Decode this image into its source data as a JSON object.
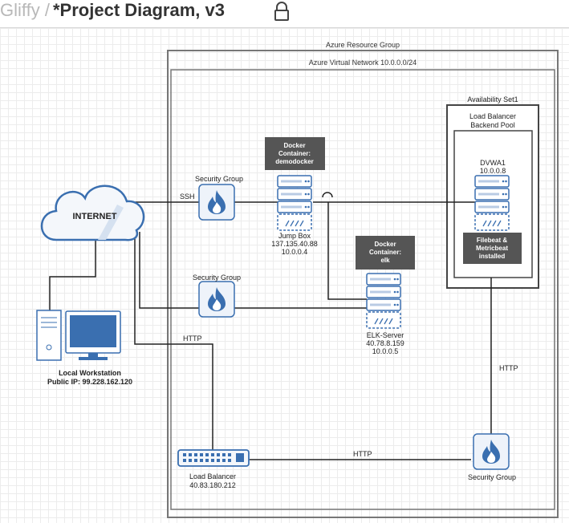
{
  "header": {
    "breadcrumb": "Gliffy /",
    "title": "*Project Diagram, v3"
  },
  "diagram": {
    "resource_group": "Azure Resource Group",
    "vnet": "Azure Virtual Network 10.0.0.0/24",
    "availability_set": "Availability Set1",
    "lb_pool": [
      "Load Balancer",
      "Backend Pool"
    ],
    "internet": "INTERNET",
    "workstation": [
      "Local Workstation",
      "Public IP: 99.228.162.120"
    ],
    "sg_top": "Security Group",
    "sg_mid": "Security Group",
    "sg_bottom": "Security Group",
    "link_ssh": "SSH",
    "link_http_left": "HTTP",
    "link_http_bottom": "HTTP",
    "link_http_right": "HTTP",
    "docker_demo": [
      "Docker",
      "Container:",
      "demodocker"
    ],
    "docker_elk": [
      "Docker",
      "Container:",
      "elk"
    ],
    "jumpbox": [
      "Jump Box",
      "137.135.40.88",
      "10.0.0.4"
    ],
    "elk": [
      "ELK-Server",
      "40.78.8.159",
      "10.0.0.5"
    ],
    "dvwa": [
      "DVWA1",
      "10.0.0.8"
    ],
    "filebeat": [
      "Filebeat &",
      "Metricbeat",
      "installed"
    ],
    "load_balancer": [
      "Load Balancer",
      "40.83.180.212"
    ]
  }
}
